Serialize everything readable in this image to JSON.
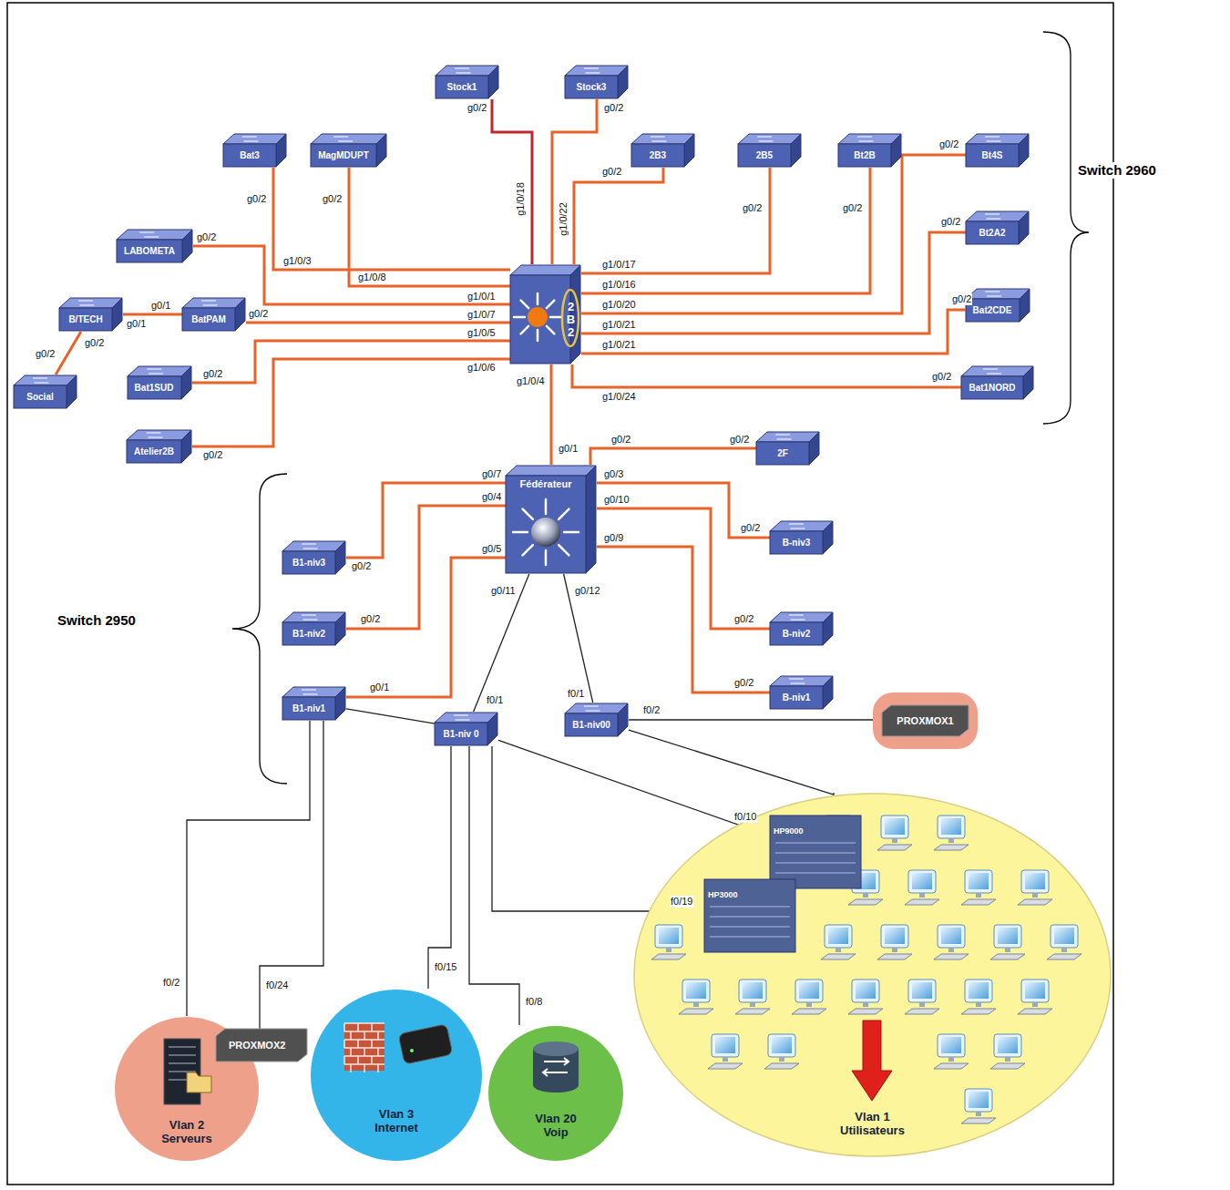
{
  "diagram": {
    "nodes": [
      {
        "text": [
          "Stock1"
        ]
      },
      {
        "text": [
          "Stock3"
        ]
      },
      {
        "text": [
          "Bat3"
        ]
      },
      {
        "text": [
          "MagMDUPT"
        ]
      },
      {
        "text": [
          "2B3"
        ]
      },
      {
        "text": [
          "2B5"
        ]
      },
      {
        "text": [
          "Bt2B"
        ]
      },
      {
        "text": [
          "Bt4S"
        ]
      },
      {
        "text": [
          "LABOMETA"
        ]
      },
      {
        "text": [
          "B/TECH"
        ]
      },
      {
        "text": [
          "BatPAM"
        ]
      },
      {
        "text": [
          "Social"
        ]
      },
      {
        "text": [
          "2B2"
        ]
      },
      {
        "text": [
          "Bt2A2"
        ]
      },
      {
        "text": [
          "Bat2CDE"
        ]
      },
      {
        "text": [
          "Bat1SUD"
        ]
      },
      {
        "text": [
          "Bat1NORD"
        ]
      },
      {
        "text": [
          "Atelier2B"
        ]
      },
      {
        "text": [
          "Fédérateur"
        ]
      },
      {
        "text": [
          "2F"
        ]
      },
      {
        "text": [
          "B1-niv3"
        ]
      },
      {
        "text": [
          "B-niv3"
        ]
      },
      {
        "text": [
          "B1-niv2"
        ]
      },
      {
        "text": [
          "B-niv2"
        ]
      },
      {
        "text": [
          "B1-niv1"
        ]
      },
      {
        "text": [
          "B1-niv 0"
        ]
      },
      {
        "text": [
          "B1-niv00"
        ]
      },
      {
        "text": [
          "B-niv1"
        ]
      },
      {
        "text": [
          "PROXMOX1"
        ]
      },
      {
        "text": [
          "Vlan 2 Serveurs"
        ]
      },
      {
        "text": [
          "PROXMOX2"
        ],
        "in": 29
      },
      {
        "text": [
          "Vlan 3 Internet"
        ]
      },
      {
        "text": [
          "Vlan 20 Voip"
        ]
      },
      {
        "text": [
          "Vlan 1 Utilisateurs"
        ]
      },
      {
        "text": [
          "HP9000"
        ],
        "in": 33
      },
      {
        "text": [
          "HP3000"
        ],
        "in": 33
      }
    ],
    "edges": [
      {
        "from": 12,
        "to": 0,
        "arrow": "none"
      },
      {
        "from": 12,
        "to": 1,
        "arrow": "none"
      },
      {
        "from": 12,
        "to": 2,
        "arrow": "none"
      },
      {
        "from": 12,
        "to": 3,
        "arrow": "none"
      },
      {
        "from": 12,
        "to": 4,
        "arrow": "none"
      },
      {
        "from": 12,
        "to": 5,
        "arrow": "none"
      },
      {
        "from": 12,
        "to": 6,
        "arrow": "none"
      },
      {
        "from": 12,
        "to": 7,
        "arrow": "none"
      },
      {
        "from": 12,
        "to": 8,
        "arrow": "none"
      },
      {
        "from": 12,
        "to": 10,
        "arrow": "none"
      },
      {
        "from": 9,
        "to": 10,
        "arrow": "none"
      },
      {
        "from": 9,
        "to": 11,
        "arrow": "none"
      },
      {
        "from": 12,
        "to": 13,
        "arrow": "none"
      },
      {
        "from": 12,
        "to": 14,
        "arrow": "none"
      },
      {
        "from": 12,
        "to": 15,
        "arrow": "none"
      },
      {
        "from": 12,
        "to": 16,
        "arrow": "none"
      },
      {
        "from": 12,
        "to": 17,
        "arrow": "none"
      },
      {
        "from": 12,
        "to": 18,
        "arrow": "none"
      },
      {
        "from": 18,
        "to": 19,
        "arrow": "none"
      },
      {
        "from": 18,
        "to": 20,
        "arrow": "none"
      },
      {
        "from": 18,
        "to": 21,
        "arrow": "none"
      },
      {
        "from": 18,
        "to": 22,
        "arrow": "none"
      },
      {
        "from": 18,
        "to": 23,
        "arrow": "none"
      },
      {
        "from": 18,
        "to": 24,
        "arrow": "none"
      },
      {
        "from": 18,
        "to": 25,
        "arrow": "none"
      },
      {
        "from": 18,
        "to": 26,
        "arrow": "none"
      },
      {
        "from": 18,
        "to": 27,
        "arrow": "none"
      },
      {
        "from": 24,
        "to": 25,
        "arrow": "none"
      },
      {
        "from": 24,
        "to": 29,
        "arrow": "none"
      },
      {
        "from": 24,
        "to": 30,
        "arrow": "none"
      },
      {
        "from": 25,
        "to": 31,
        "arrow": "none"
      },
      {
        "from": 25,
        "to": 32,
        "arrow": "none"
      },
      {
        "from": 25,
        "to": 35,
        "arrow": "none"
      },
      {
        "from": 25,
        "to": 34,
        "arrow": "none"
      },
      {
        "from": 26,
        "to": 28,
        "arrow": "none"
      },
      {
        "from": 26,
        "to": 33,
        "arrow": "none"
      }
    ],
    "labels": [
      "g0/2",
      "g0/2",
      "g1/0/18",
      "g1/0/22",
      "g0/2",
      "g0/2",
      "g0/2",
      "g0/2",
      "g0/2",
      "g0/2",
      "g0/2",
      "g0/2",
      "g0/2",
      "g1/0/3",
      "g1/0/8",
      "g1/0/17",
      "g0/2",
      "g0/1",
      "g0/1",
      "g0/2",
      "g0/2",
      "g0/2",
      "g1/0/1",
      "g1/0/7",
      "g1/0/5",
      "g1/0/16",
      "g1/0/20",
      "g1/0/21",
      "g1/0/21",
      "g1/0/24",
      "g1/0/4",
      "g1/0/6",
      "g0/2",
      "g0/2",
      "g0/1",
      "g0/7",
      "g0/4",
      "g0/5",
      "g0/11",
      "g0/12",
      "g0/2",
      "g0/3",
      "g0/10",
      "g0/9",
      "g0/2",
      "g0/2",
      "g0/2",
      "g0/2",
      "g0/2",
      "g0/2",
      "g0/1",
      "f0/1",
      "f0/1",
      "f0/2",
      "f0/10",
      "f0/19",
      "f0/2",
      "f0/24",
      "f0/15",
      "f0/8",
      "Switch 2960",
      "Switch 2950"
    ]
  }
}
